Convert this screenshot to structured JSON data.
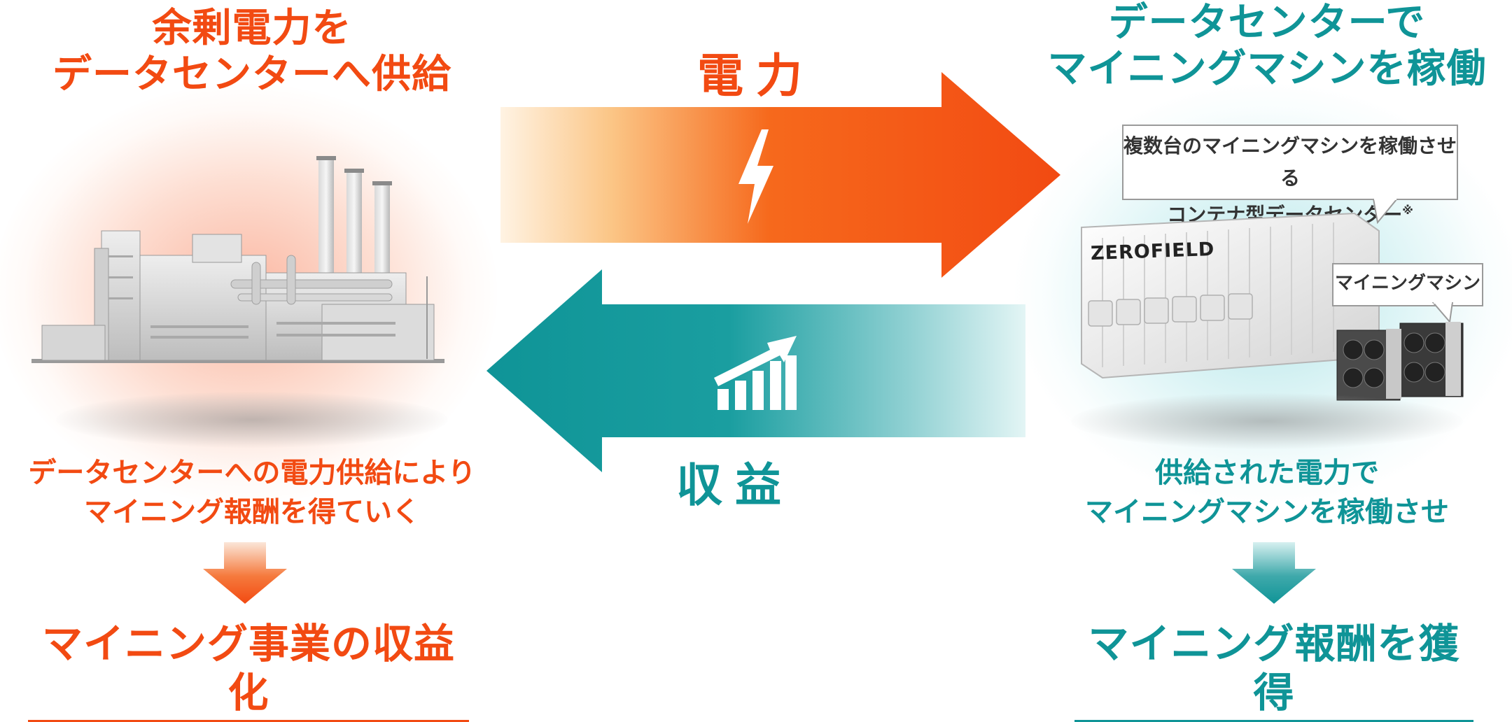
{
  "left": {
    "heading_line1": "余剰電力を",
    "heading_line2": "データセンターへ供給",
    "desc_line1": "データセンターへの電力供給により",
    "desc_line2": "マイニング報酬を得ていく",
    "result": "マイニング事業の収益化"
  },
  "right": {
    "heading_line1": "データセンターで",
    "heading_line2": "マイニングマシンを稼働",
    "callout_line1": "複数台のマイニングマシンを稼働させる",
    "callout_line2": "コンテナ型データセンター",
    "callout_mark": "※",
    "container_brand": "ZEROFIELD",
    "machine_label": "マイニングマシン",
    "desc_line1": "供給された電力で",
    "desc_line2": "マイニングマシンを稼働させ",
    "result": "マイニング報酬を獲得"
  },
  "center": {
    "top_arrow_label": "電力",
    "bottom_arrow_label": "収益",
    "top_arrow_icon": "lightning-icon",
    "bottom_arrow_icon": "growth-chart-icon"
  },
  "colors": {
    "orange": "#f24a12",
    "teal": "#0f9497"
  }
}
